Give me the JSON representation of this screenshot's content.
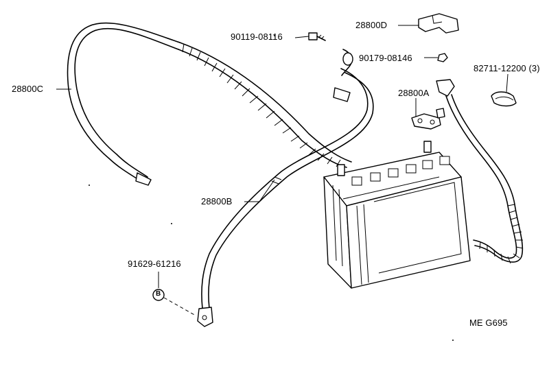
{
  "labels": {
    "cable_c": "28800C",
    "cable_b": "28800B",
    "cover_d": "28800D",
    "terminal_a": "28800A",
    "bolt": "90119-08116",
    "nut": "90179-08146",
    "clamp": "82711-12200 (3)",
    "bolt_b": "91629-61216",
    "callout_b": "B",
    "figure_code": "ME  G695"
  }
}
